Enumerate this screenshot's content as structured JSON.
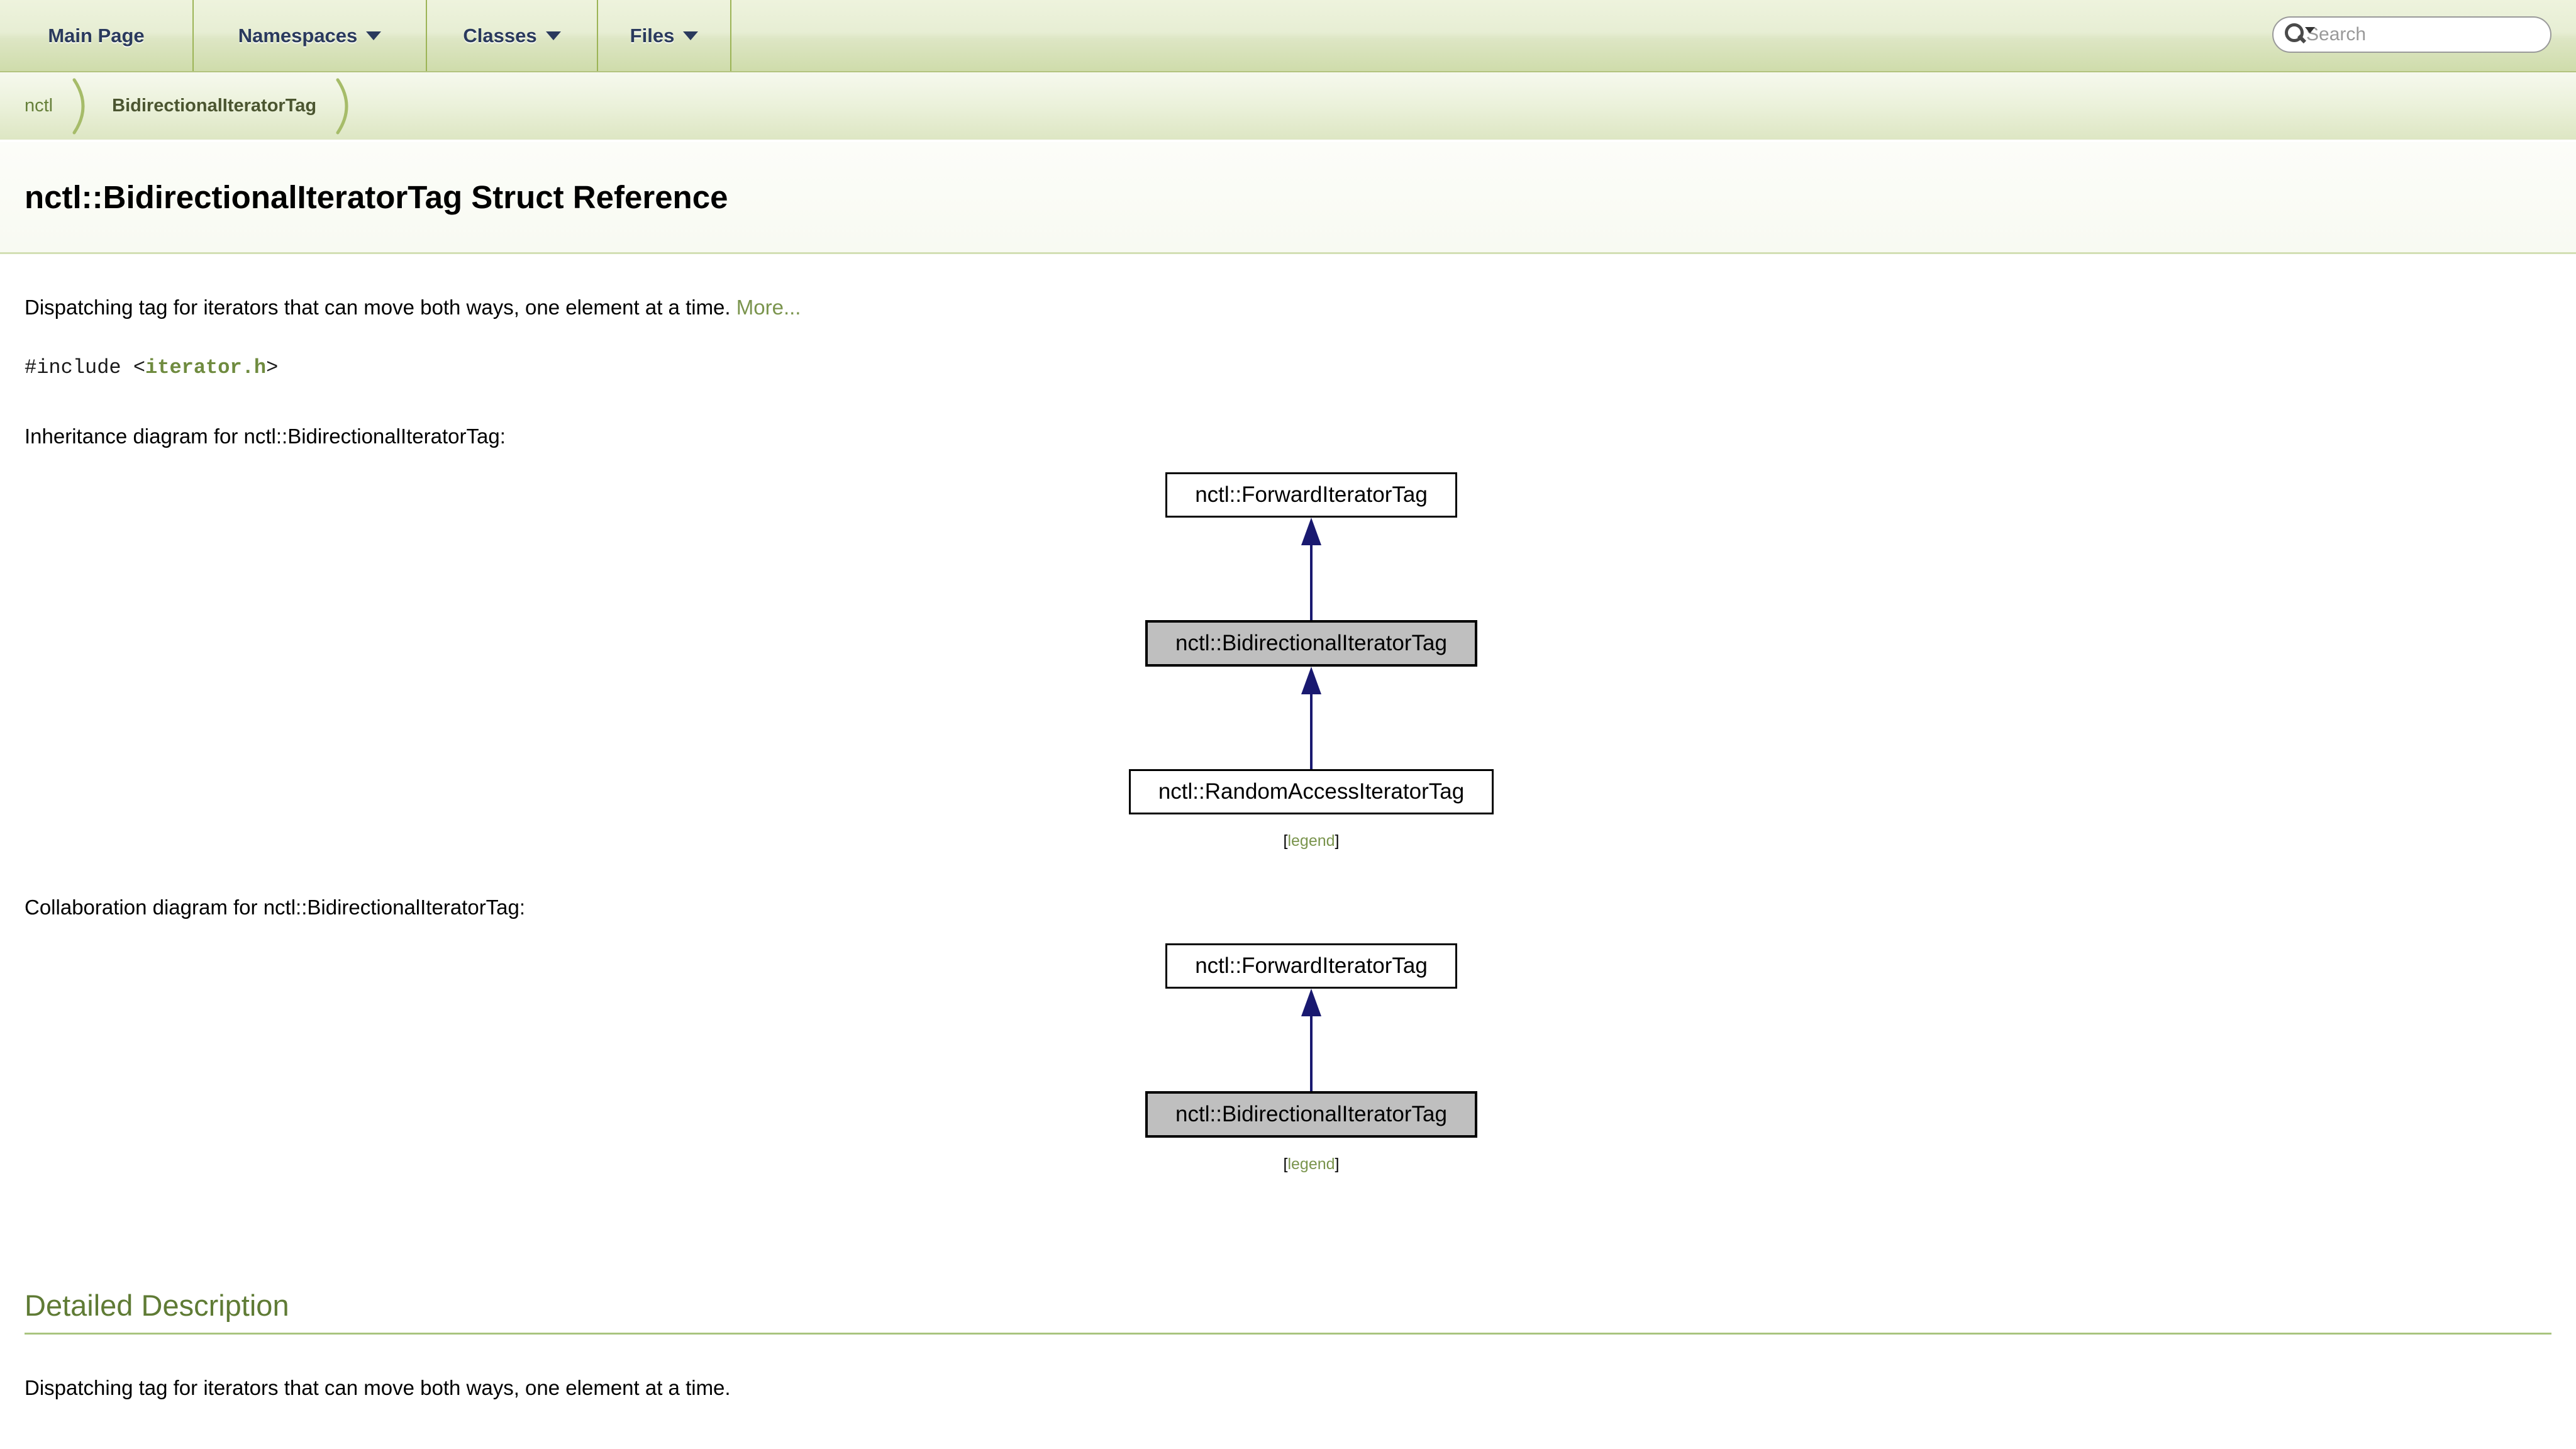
{
  "nav": {
    "tabs": [
      {
        "label": "Main Page"
      },
      {
        "label": "Namespaces"
      },
      {
        "label": "Classes"
      },
      {
        "label": "Files"
      }
    ],
    "search": {
      "placeholder": "Search"
    }
  },
  "breadcrumb": {
    "items": [
      {
        "label": "nctl"
      },
      {
        "label": "BidirectionalIteratorTag"
      }
    ]
  },
  "header": {
    "title": "nctl::BidirectionalIteratorTag Struct Reference"
  },
  "content": {
    "brief": "Dispatching tag for iterators that can move both ways, one element at a time.",
    "more_link": "More...",
    "include": {
      "prefix": "#include <",
      "file": "iterator.h",
      "suffix": ">"
    },
    "inheritance": {
      "label": "Inheritance diagram for nctl::BidirectionalIteratorTag:",
      "nodes": [
        "nctl::ForwardIteratorTag",
        "nctl::BidirectionalIteratorTag",
        "nctl::RandomAccessIteratorTag"
      ],
      "current_node": "nctl::BidirectionalIteratorTag",
      "legend_open": "[",
      "legend_link": "legend",
      "legend_close": "]"
    },
    "collaboration": {
      "label": "Collaboration diagram for nctl::BidirectionalIteratorTag:",
      "nodes": [
        "nctl::ForwardIteratorTag",
        "nctl::BidirectionalIteratorTag"
      ],
      "current_node": "nctl::BidirectionalIteratorTag",
      "legend_open": "[",
      "legend_link": "legend",
      "legend_close": "]"
    },
    "detailed": {
      "heading": "Detailed Description",
      "text": "Dispatching tag for iterators that can move both ways, one element at a time."
    }
  },
  "colors": {
    "link_green": "#7a944d",
    "heading_green": "#5f7b35",
    "tab_text_navy": "#2a3a5d",
    "arrow_navy": "#191970",
    "current_node_fill": "#bfbfbf",
    "rule_green": "#a9c47f"
  }
}
